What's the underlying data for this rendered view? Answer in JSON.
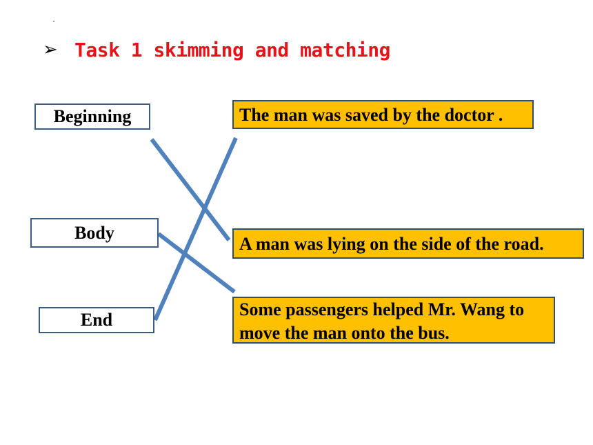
{
  "task": {
    "bullet_icon": "arrowhead-bullet-icon",
    "title": "Task 1 skimming and matching"
  },
  "parts": [
    {
      "label": "Beginning"
    },
    {
      "label": "Body"
    },
    {
      "label": "End"
    }
  ],
  "answers": [
    {
      "text": "The man was saved by the doctor ."
    },
    {
      "text": "A  man was lying on the side of the road."
    },
    {
      "text": "Some passengers helped  Mr. Wang to move the man onto the bus."
    }
  ],
  "matches": [
    {
      "part": "Beginning",
      "answer": "A  man was lying on the side of the road."
    },
    {
      "part": "Body",
      "answer": "Some passengers helped  Mr. Wang to move the man onto the bus."
    },
    {
      "part": "End",
      "answer": "The man was saved by the doctor ."
    }
  ],
  "colors": {
    "title": "#e8121b",
    "answer_fill": "#ffc000",
    "connector": "#4f81bd",
    "box_border": "#3d5a80"
  }
}
